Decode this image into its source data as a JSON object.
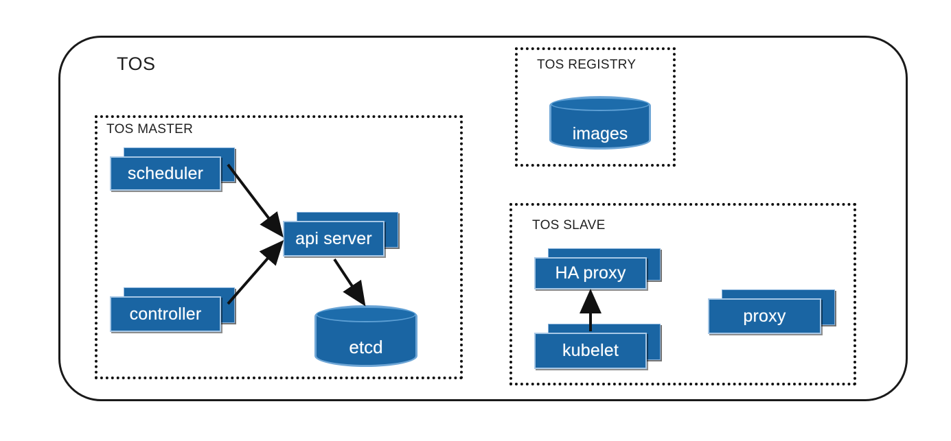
{
  "diagram": {
    "title": "TOS",
    "groups": [
      {
        "id": "master",
        "label": "TOS MASTER"
      },
      {
        "id": "registry",
        "label": "TOS REGISTRY"
      },
      {
        "id": "slave",
        "label": "TOS SLAVE"
      }
    ],
    "nodes": [
      {
        "id": "scheduler",
        "label": "scheduler",
        "shape": "stacked-box",
        "group": "master"
      },
      {
        "id": "api-server",
        "label": "api server",
        "shape": "stacked-box",
        "group": "master"
      },
      {
        "id": "controller",
        "label": "controller",
        "shape": "stacked-box",
        "group": "master"
      },
      {
        "id": "etcd",
        "label": "etcd",
        "shape": "cylinder",
        "group": "master"
      },
      {
        "id": "images",
        "label": "images",
        "shape": "cylinder",
        "group": "registry"
      },
      {
        "id": "ha-proxy",
        "label": "HA proxy",
        "shape": "stacked-box",
        "group": "slave"
      },
      {
        "id": "kubelet",
        "label": "kubelet",
        "shape": "stacked-box",
        "group": "slave"
      },
      {
        "id": "proxy",
        "label": "proxy",
        "shape": "stacked-box",
        "group": "slave"
      }
    ],
    "edges": [
      {
        "from": "scheduler",
        "to": "api-server",
        "style": "solid-arrow"
      },
      {
        "from": "controller",
        "to": "api-server",
        "style": "solid-arrow"
      },
      {
        "from": "api-server",
        "to": "etcd",
        "style": "solid-arrow"
      },
      {
        "from": "kubelet",
        "to": "ha-proxy",
        "style": "solid-arrow"
      }
    ],
    "colors": {
      "node_fill": "#1a65a3",
      "node_border": "#a8c8e6",
      "node_text": "#ffffff",
      "outline": "#1a1a1a",
      "group_border": "#111111",
      "background": "#ffffff"
    }
  }
}
